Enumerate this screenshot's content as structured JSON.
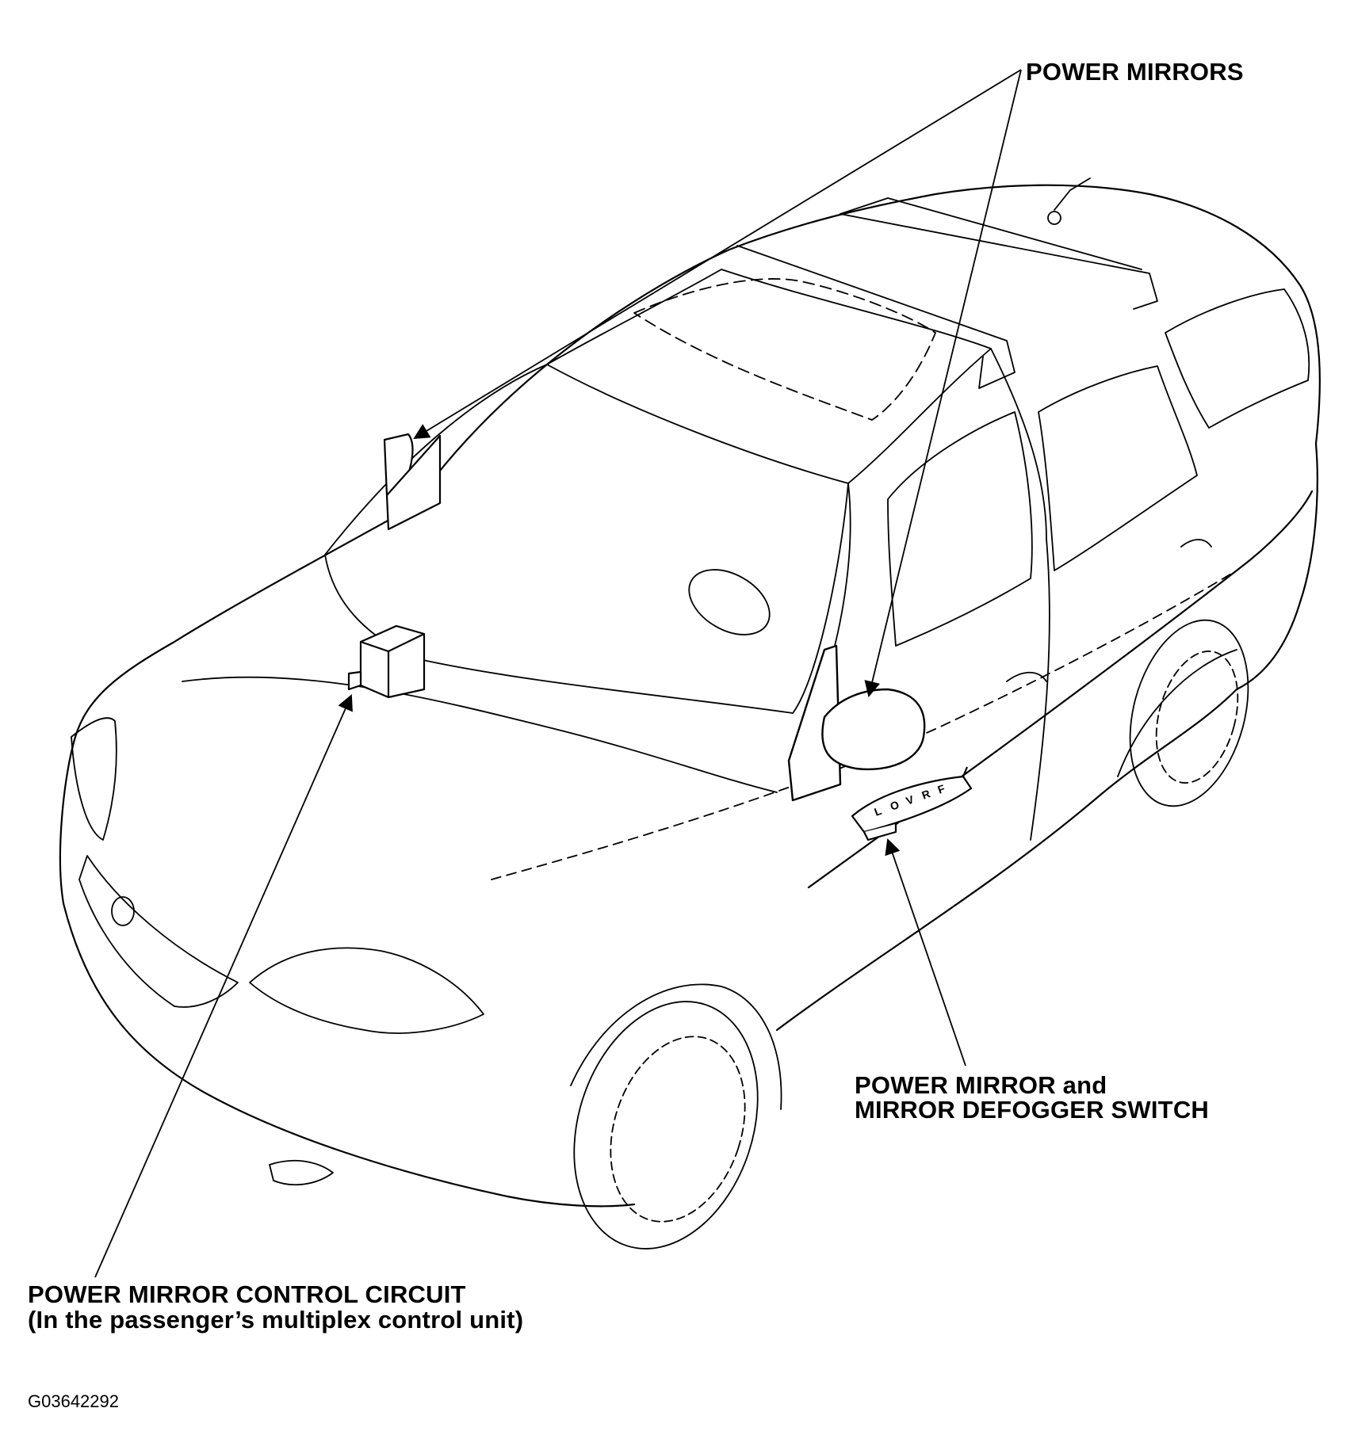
{
  "colors": {
    "line": "#000000",
    "background": "#ffffff",
    "fill": "#ffffff"
  },
  "labels": {
    "power_mirrors": "POWER MIRRORS",
    "switch_line1": "POWER MIRROR and",
    "switch_line2": "MIRROR DEFOGGER SWITCH",
    "circuit_line1": "POWER MIRROR CONTROL CIRCUIT",
    "circuit_line2": "(In the passenger’s multiplex control unit)"
  },
  "figure_id": "G03642292",
  "switch_glyphs": [
    "L",
    "O",
    "V",
    "R",
    "F"
  ]
}
